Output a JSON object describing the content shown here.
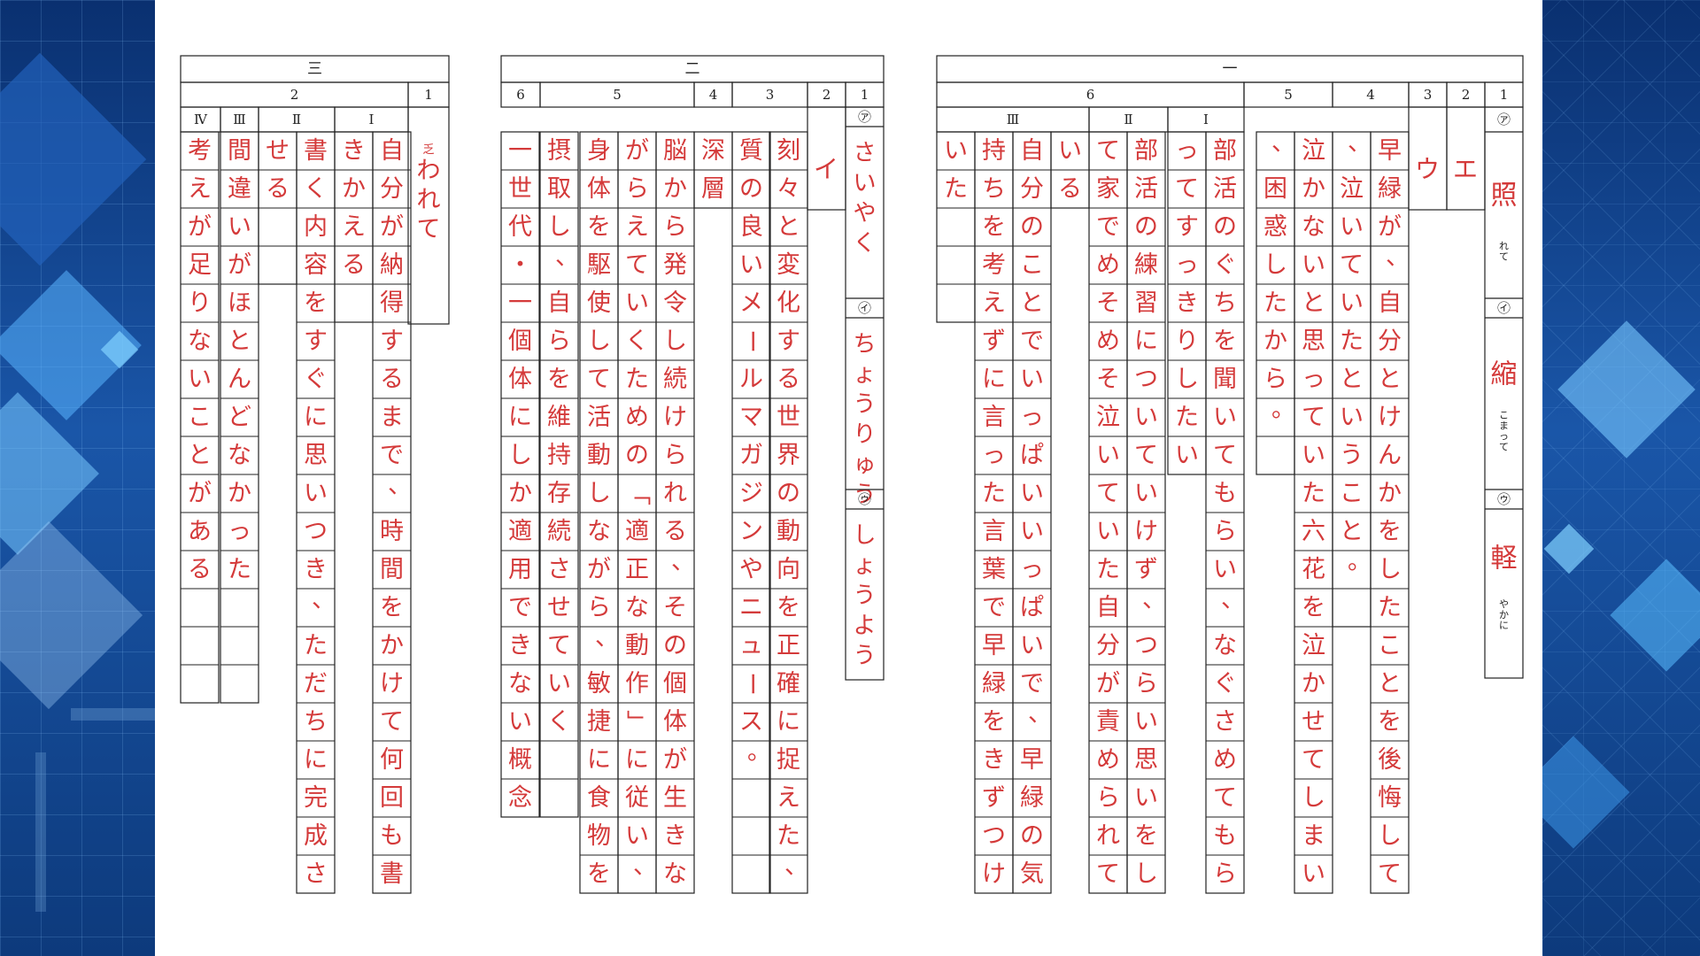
{
  "answer_sheet": {
    "sections": [
      {
        "heading": "三",
        "blocks": [
          {
            "label": "1",
            "columns": [
              {
                "text": "わ\nれ\nて",
                "small": "乏"
              }
            ]
          },
          {
            "label": "2",
            "sub_items": [
              {
                "label": "Ⅰ",
                "columns": [
                  "自分が納得するまで、時間をかけて何回も書",
                  "きかえる"
                ]
              },
              {
                "label": "Ⅱ",
                "columns": [
                  "書く内容をすぐに思いつき、ただちに完成さ",
                  "せる"
                ]
              },
              {
                "label": "Ⅲ",
                "columns": [
                  "間違いがほとんどなかった"
                ]
              },
              {
                "label": "Ⅳ",
                "columns": [
                  "考えが足りないことがある"
                ]
              }
            ]
          }
        ]
      },
      {
        "heading": "二",
        "blocks": [
          {
            "label": "1",
            "items": [
              {
                "marker": "㋐",
                "answer": "さいやく"
              },
              {
                "marker": "㋑",
                "answer": "ちょうりゅう"
              },
              {
                "marker": "㋒",
                "answer": "しょうよう"
              }
            ]
          },
          {
            "label": "2",
            "columns": [
              "イ"
            ]
          },
          {
            "label": "3",
            "columns": [
              "刻々と変化する世界の動向を正確に捉えた、",
              "質の良いメールマガジンやニュース。"
            ]
          },
          {
            "label": "4",
            "columns": [
              "深層"
            ]
          },
          {
            "label": "5",
            "columns": [
              "脳から発令し続けられる、その個体が生きな",
              "がらえていくための「適正な動作」に従い、",
              "身体を駆使して活動しながら、敏捷に食物を",
              "摂取し、自らを維持存続させていく"
            ]
          },
          {
            "label": "6",
            "columns": [
              "一世代・一個体にしか適用できない概念"
            ]
          }
        ]
      },
      {
        "heading": "一",
        "blocks": [
          {
            "label": "1",
            "items": [
              {
                "marker": "㋐",
                "answer": "照",
                "okurigana": "れて"
              },
              {
                "marker": "㋑",
                "answer": "縮",
                "okurigana": "こまって"
              },
              {
                "marker": "㋒",
                "answer": "軽",
                "okurigana": "やかに"
              }
            ]
          },
          {
            "label": "2",
            "columns": [
              "エ"
            ]
          },
          {
            "label": "3",
            "columns": [
              "ウ"
            ]
          },
          {
            "label": "4",
            "columns": [
              "早緑が、自分とけんかをしたことを後悔して",
              "、泣いていたということ。"
            ]
          },
          {
            "label": "5",
            "columns": [
              "泣かないと思っていた六花を泣かせてしまい",
              "、困惑したから。"
            ]
          },
          {
            "label": "6",
            "sub_items": [
              {
                "label": "Ⅰ",
                "columns": [
                  "部活のぐちを聞いてもらい、なぐさめてもら",
                  "ってすっきりしたい"
                ]
              },
              {
                "label": "Ⅱ",
                "columns": [
                  "部活の練習についていけず、つらい思いをし",
                  "て家でめそめそ泣いていた自分が責められて",
                  "いる"
                ]
              },
              {
                "label": "Ⅲ",
                "columns": [
                  "自分のことでいっぱいいっぱいで、早緑の気",
                  "持ちを考えずに言った言葉で早緑をきずつけて",
                  "いた"
                ]
              }
            ]
          }
        ]
      }
    ]
  }
}
